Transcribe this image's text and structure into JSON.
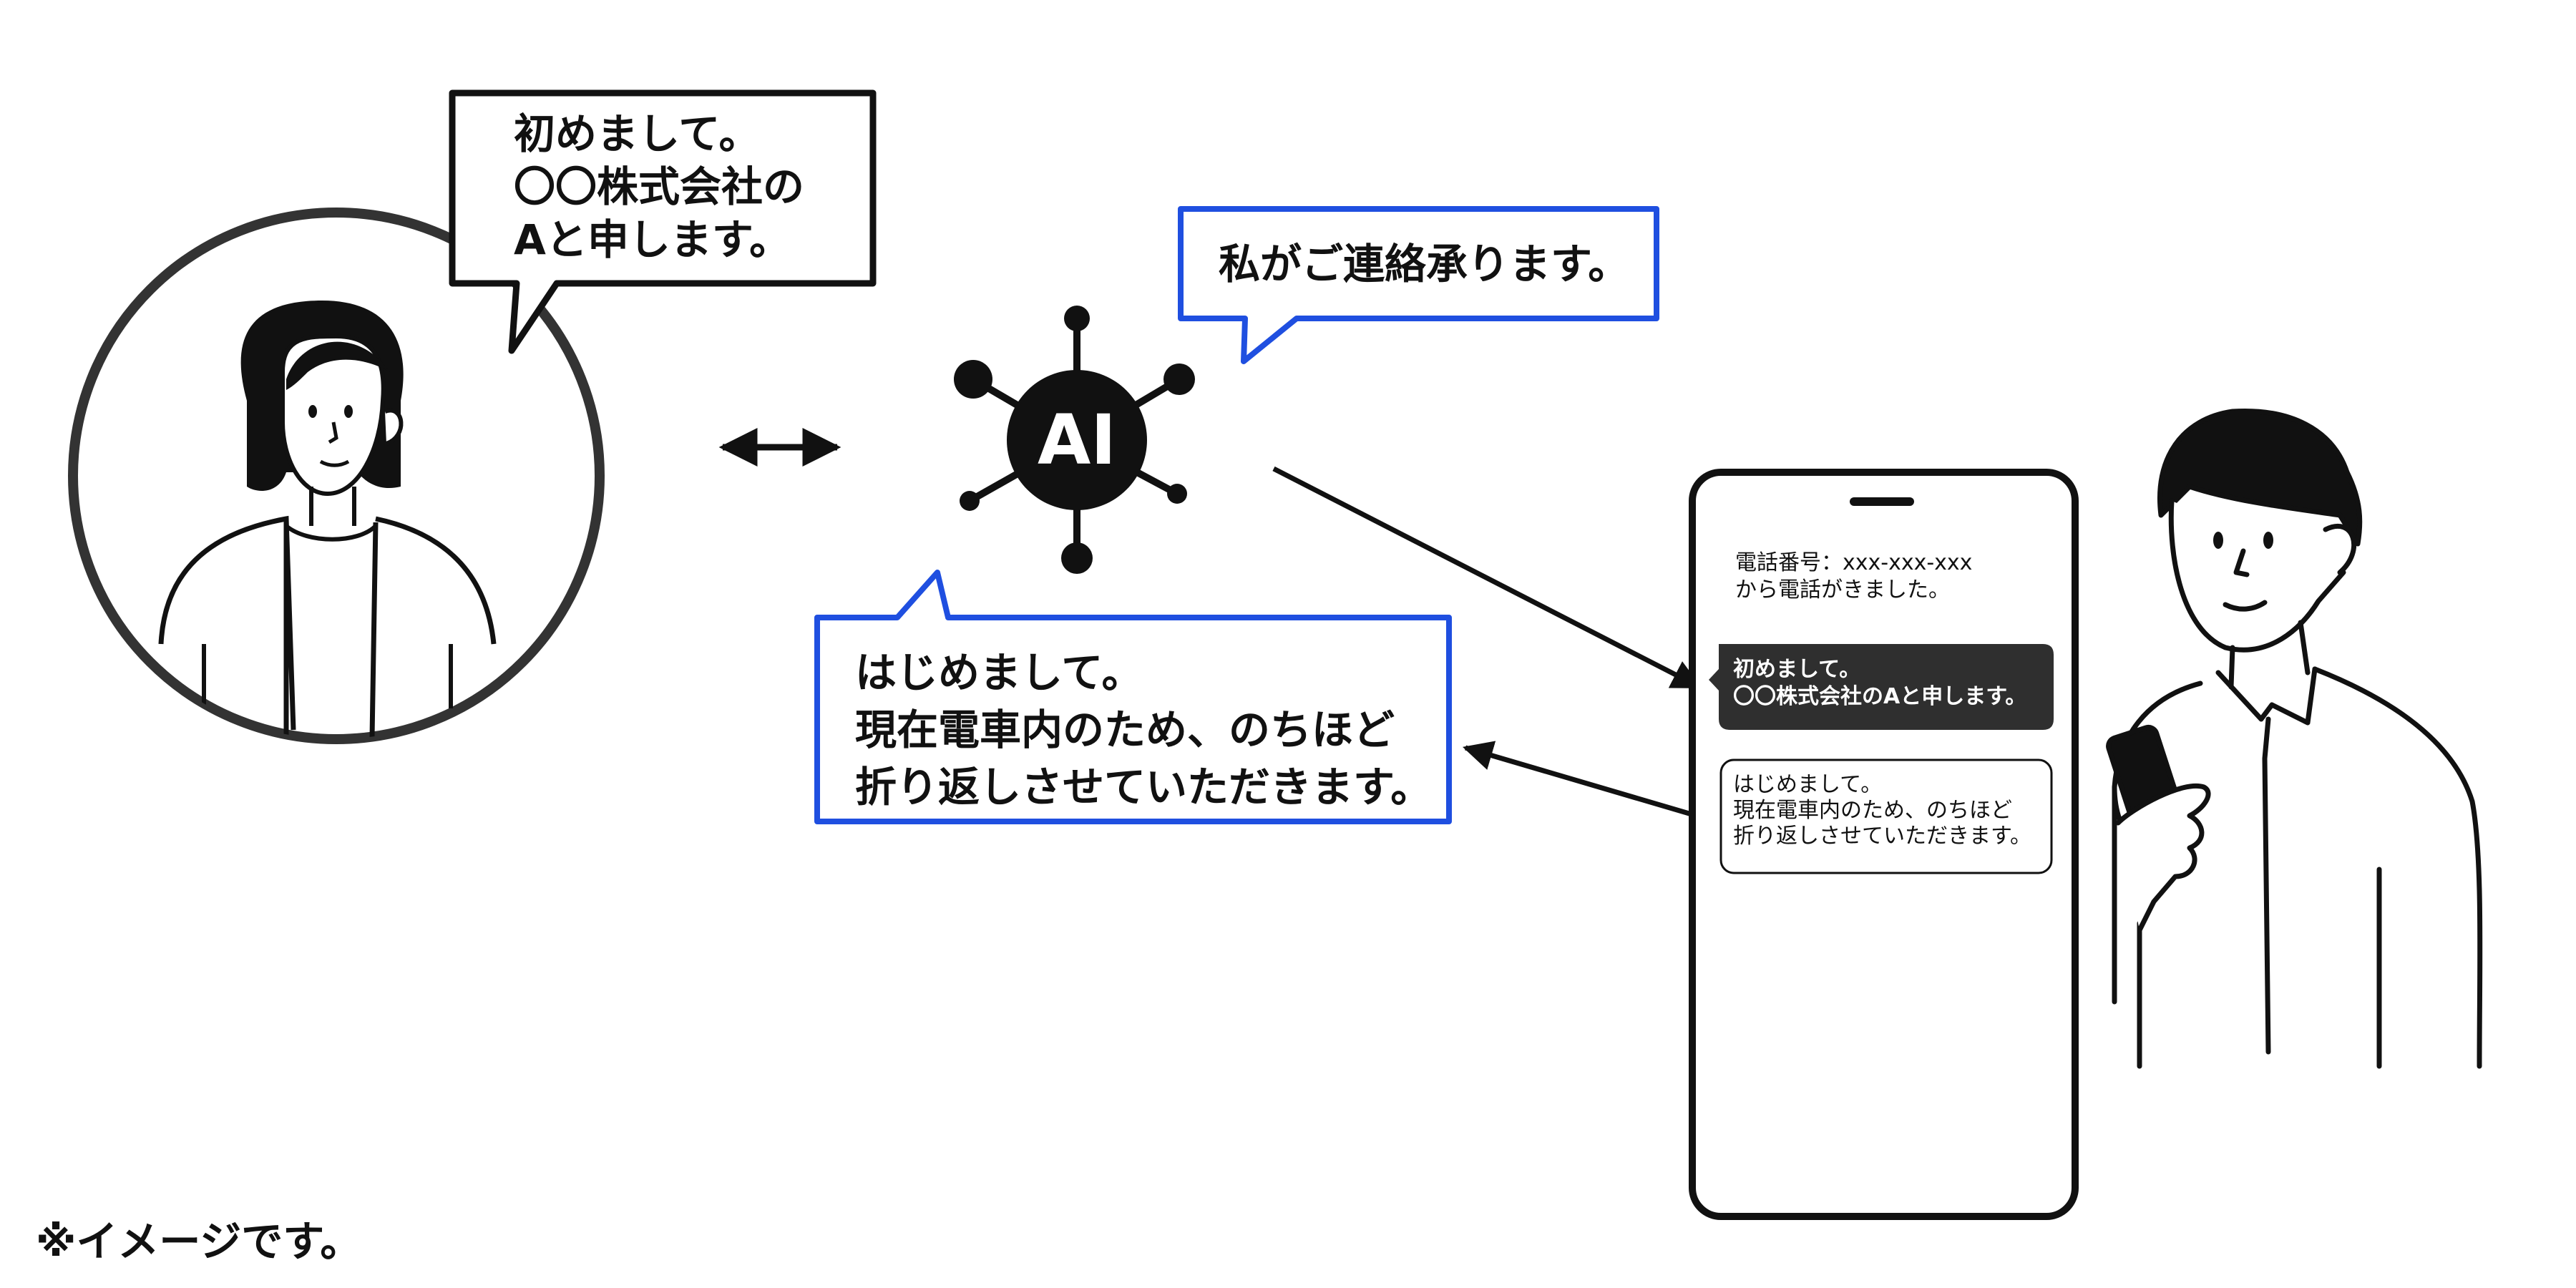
{
  "person_bubble": {
    "lines": [
      "初めまして。",
      "〇〇株式会社の",
      "Aと申します。"
    ]
  },
  "ai_bubble": {
    "text": "私がご連絡承ります。"
  },
  "ai_icon": {
    "label": "AI"
  },
  "reply_bubble": {
    "lines": [
      "はじめまして。",
      "現在電車内のため、のちほど",
      "折り返しさせていただきます。"
    ]
  },
  "phone": {
    "header_lines": [
      "電話番号：xxx-xxx-xxx",
      "から電話がきました。"
    ],
    "incoming_message_lines": [
      "初めまして。",
      "〇〇株式会社のAと申します。"
    ],
    "reply_message_lines": [
      "はじめまして。",
      "現在電車内のため、のちほど",
      "折り返しさせていただきます。"
    ]
  },
  "footnote": "※イメージです。",
  "colors": {
    "accent_blue": "#1f4fe0",
    "ink": "#111111",
    "ring_gray": "#333333",
    "dark_message_bg": "#2f2f2f"
  },
  "icons": [
    "caller-woman-illustration",
    "bidirectional-arrow-icon",
    "ai-network-icon",
    "smartphone",
    "receiver-man-illustration"
  ]
}
